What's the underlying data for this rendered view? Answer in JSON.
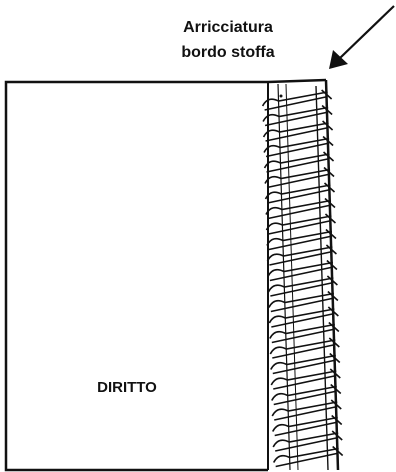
{
  "annotation": {
    "line1": "Arricciatura",
    "line2": "bordo stoffa"
  },
  "panel": {
    "label": "DIRITTO"
  },
  "colors": {
    "ink": "#111111",
    "background": "#ffffff"
  },
  "icons": {
    "pointer": "arrow-icon",
    "stitching": "overcast-stitch-icon"
  }
}
